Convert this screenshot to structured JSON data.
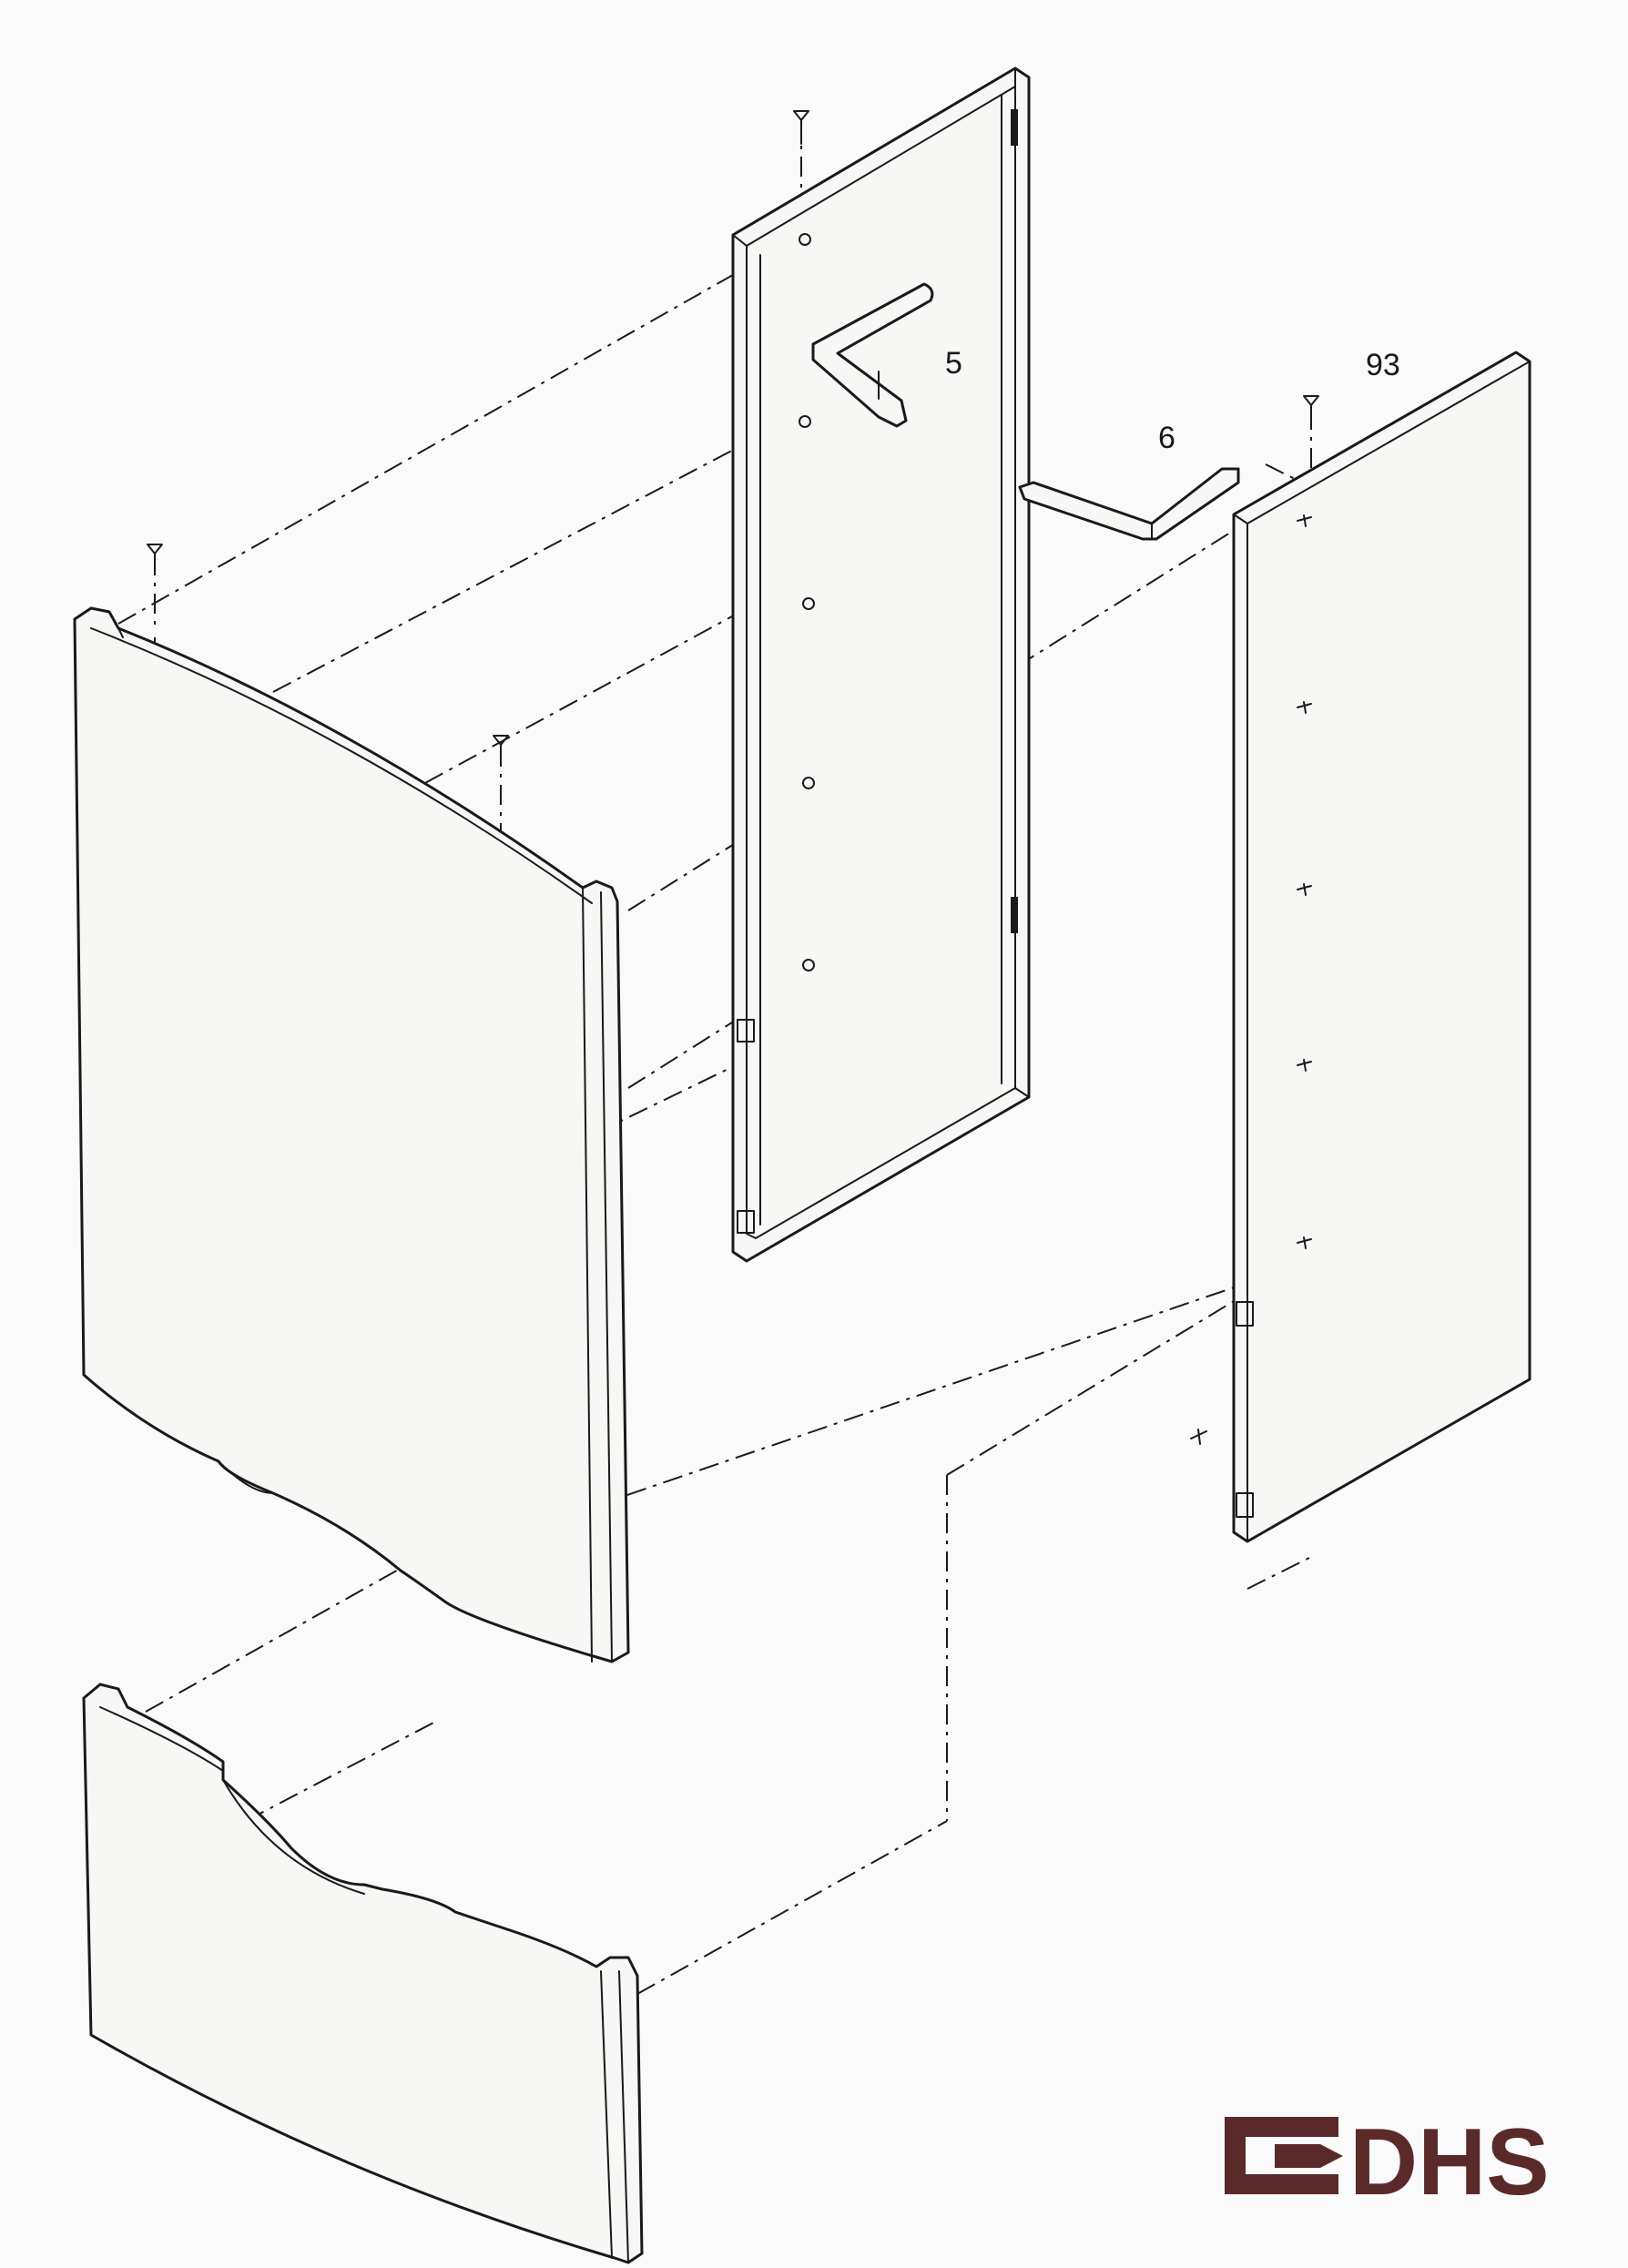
{
  "callouts": {
    "c5": "5",
    "c6": "6",
    "c93": "93"
  },
  "logo": {
    "text": "DHS",
    "color": "#5a2a2a"
  },
  "colors": {
    "line": "#1a1a1a",
    "paper": "#fafafa"
  }
}
